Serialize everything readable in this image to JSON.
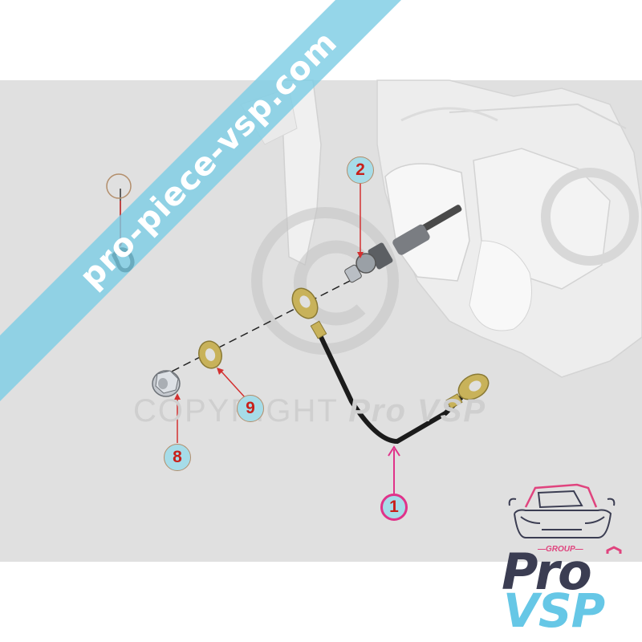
{
  "diagram": {
    "title": "Glow plug wiring exploded parts diagram",
    "watermark_banner": "pro-piece-vsp.com",
    "copyright_text": "COPYRIGHT",
    "copyright_brand": "Pro VSP",
    "callouts": [
      {
        "id": "1",
        "label": "1",
        "part": "ground strap cable with ring terminals",
        "style": "pink"
      },
      {
        "id": "2",
        "label": "2",
        "part": "glow plug",
        "style": "standard"
      },
      {
        "id": "8",
        "label": "8",
        "part": "flange nut",
        "style": "standard"
      },
      {
        "id": "9",
        "label": "9",
        "part": "washer",
        "style": "standard"
      }
    ],
    "colors": {
      "background_band": "#e0e0e0",
      "callout_fill": "#a6dce8",
      "callout_text": "#c8201a",
      "leader_line": "#d33030",
      "highlight_callout": "#e0338a",
      "banner": "#7ecde4"
    }
  },
  "logo": {
    "group_label": "—GROUP—",
    "pro_label": "Pro",
    "vsp_label": "VSP"
  }
}
